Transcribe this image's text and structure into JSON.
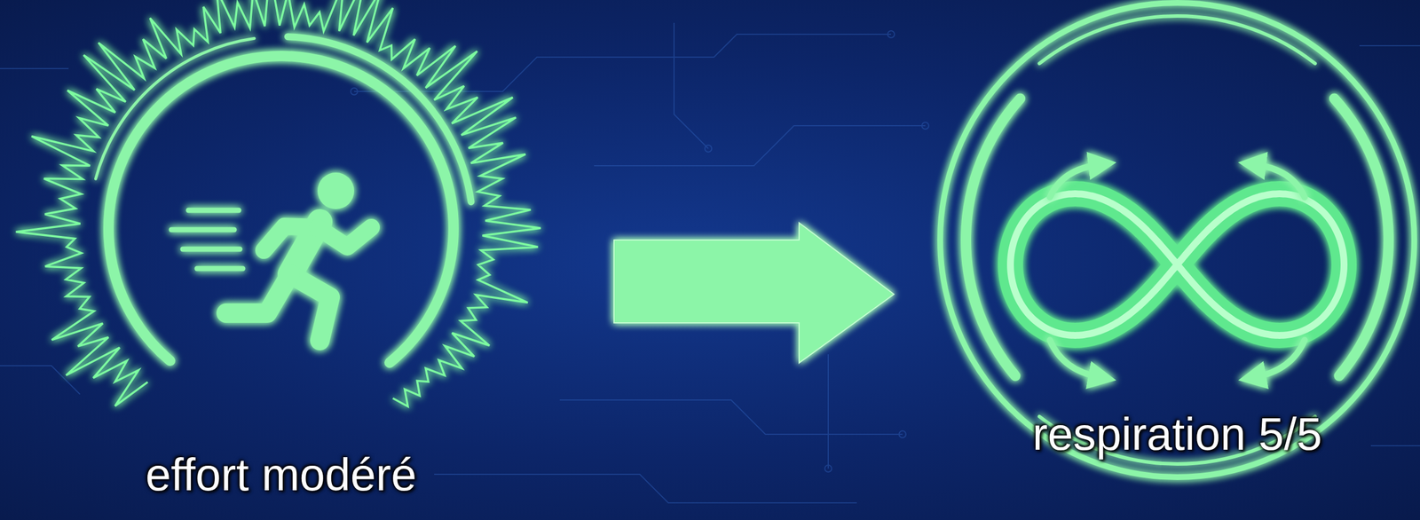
{
  "diagram": {
    "nodes": [
      {
        "text": [
          "effort modéré"
        ]
      },
      {
        "text": [
          "respiration 5/5"
        ]
      }
    ],
    "edges": [
      {
        "from": 0,
        "to": 1,
        "arrow": "to"
      }
    ]
  }
}
